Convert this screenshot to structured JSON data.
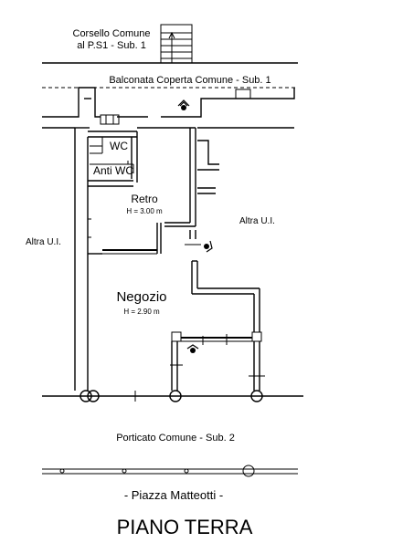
{
  "plan": {
    "labels": {
      "corsello_line1": "Corsello Comune",
      "corsello_line2": "al P.S1 - Sub. 1",
      "balconata": "Balconata  Coperta Comune - Sub. 1",
      "wc": "WC",
      "anti_wc": "Anti WC",
      "retro_name": "Retro",
      "retro_height": "H = 3.00 m",
      "altra_ui_right": "Altra U.I.",
      "altra_ui_left": "Altra U.I.",
      "negozio_name": "Negozio",
      "negozio_height": "H = 2.90 m",
      "porticato": "Porticato Comune - Sub. 2",
      "piazza": "- Piazza Matteotti -",
      "floor_title": "PIANO TERRA"
    }
  }
}
